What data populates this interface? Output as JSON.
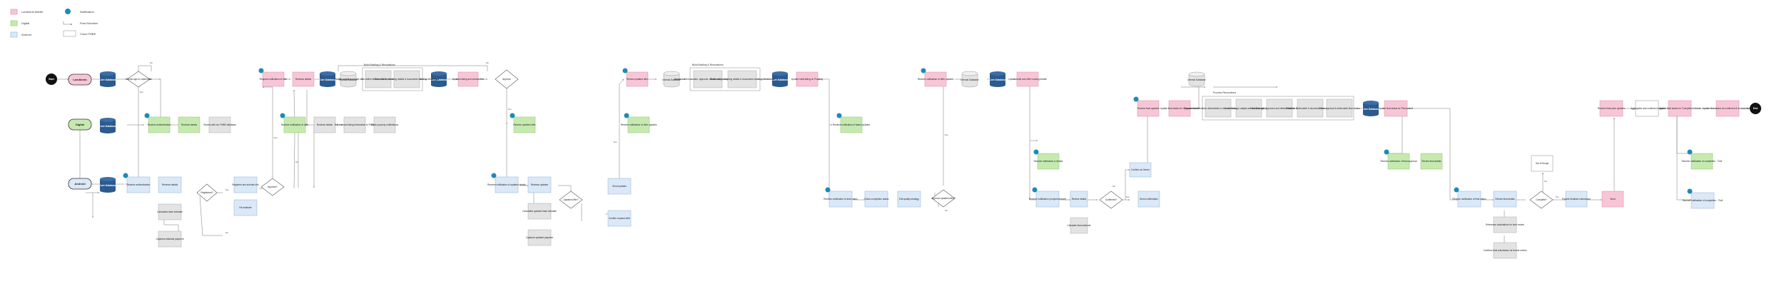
{
  "colors": {
    "pink": "#f7c6d6",
    "pink_stroke": "#d98aa5",
    "green": "#c6e9b0",
    "green_stroke": "#8cc46a",
    "blue": "#dbe8f7",
    "blue_stroke": "#8fb0d6",
    "gray": "#e3e3e3",
    "gray_stroke": "#a9a9a9",
    "db": "#2b5a8f",
    "badge": "#1d8ab8",
    "arrow": "#777"
  },
  "legend": {
    "pink": "Landlords Mobile",
    "green": "Digital",
    "blue": "Android",
    "notification": "Notification",
    "flow": "Flow Direction",
    "cloud": "Cloud FNBE"
  },
  "lanes": {
    "pink": "Landlords",
    "green": "Digital",
    "blue": "Android"
  },
  "steps": {
    "start": "Start",
    "end": "End",
    "p_db1": "Core Database",
    "p_decide1": "Checks sign in credentials",
    "p_request1": "Request notification of offer",
    "p_reviews1": "Reviews details",
    "p_db2": "Core Database",
    "p_cloud1": "Internal Database",
    "p_bold1a": "Builder prepares a build offer: define tenant, offer terms and document building details",
    "p_bold1b": "Reasonable, checking details & documents building refinements",
    "p_db3": "Core Database",
    "p_update1": "Updates listing and checks files",
    "p_approve": "Approve",
    "g_db1": "Core Database",
    "g_receive1": "Receive authentication",
    "g_reviews": "Reviews details",
    "g_share": "Shares with our FNBE database",
    "g_receive2": "Receive notification of offer",
    "g_reviews2": "Reviews details",
    "g_edit": "Edit relevant listing information to FNBE",
    "g_track": "Track property notifications",
    "b_db1": "Core Database",
    "b_receive1": "Receive authentication",
    "b_review1": "Reviews details",
    "b_calc": "Calculates base estimate",
    "b_capture": "Captures estimate payment",
    "b_decide": "Registered?",
    "b_register": "Registers and submits info",
    "b_calc2": "Re-estimate",
    "b_approve": "Approve?",
    "s2_title": "Build Building & Renovations",
    "p2_review": "Review updated offer",
    "p2_cloud": "Internal Database",
    "p2_bold1": "Assess build evaluation, approval, details and package detail items",
    "p2_bold2": "Reasonable, checking details & documents building refinements",
    "p2_db": "Core Database",
    "p2_update": "Update build listing on Property",
    "g2_receive": "Receive updated offer",
    "g2_receive2": "Receive notification of offer updates",
    "b2_receive": "Receive notification of updated details",
    "b2_review": "Reviews updates",
    "b2_calc": "Calculates updates base estimate",
    "b2_capture": "Captures updated payment",
    "b2_decide": "Updated offer?",
    "b2_send": "Send updates",
    "b2_confirm": "Confirm request offer",
    "p3_receive": "Receive notification of offer updates",
    "p3_cloud": "Internal Database",
    "p3_db": "Core Database",
    "p3_update": "Update build and offer housing details",
    "g3_receive": "Receive notification of latest updates",
    "g3_receive2": "Receive notification & details",
    "b3_receive": "Receive notification of deal status",
    "b3_complete": "Check completion status",
    "b3_edit": "Edit quality strategy",
    "b3_decide": "Approve updated offer?",
    "b3_receive2": "Receive notification (comprehensive)",
    "b3_review": "Review details",
    "b3_calc": "Calculate final estimate",
    "b3_conf": "Confirm as Owner",
    "b3_send": "Send confirmation",
    "b3_decide2": "Confirmed?",
    "p4_receive": "Receive final updates",
    "p4_update": "Update final status for 'Approve' Arrival",
    "p4_cloud": "Internal Database",
    "p4_title": "Process Renovations",
    "p4_b1": "Prepares and finalises deliverables & documentation for final report",
    "p4_b2": "Code Manager adapts and finalises deliverables",
    "p4_b3": "Code Manager approves and deliverables for all managers",
    "p4_b4": "Finalises Deliverable & document final approval",
    "p4_b5": "Gives approval & deliverable final review",
    "p4_db": "Core Database",
    "p4_update2": "Update final status for 'Renovated'",
    "g4_receive": "Receive notification of final approval",
    "g4_review": "Review final details",
    "b4_receive": "Receive notification of final status",
    "b4_review": "Review final details",
    "b4_calc": "Reference calculations for final review",
    "b4_confirm": "Confirms final submission for formal review",
    "b4_decide": "Complete?",
    "b4_out": "Out of Scope",
    "b4_provide": "Provide finalised submission",
    "b4_send": "Send",
    "p5_receive": "Receive final price updates",
    "p5_update": "Update final status for confirmed & documentation",
    "p5_update2": "Update final status for 'Completed' Arrival",
    "p5_aggregate": "Aggregates and confirms budget",
    "g5_receive": "Receive notification of completion - Tick!",
    "b5_receive": "Receive notification of completion - Tick!",
    "yes": "Yes",
    "no": "No"
  }
}
